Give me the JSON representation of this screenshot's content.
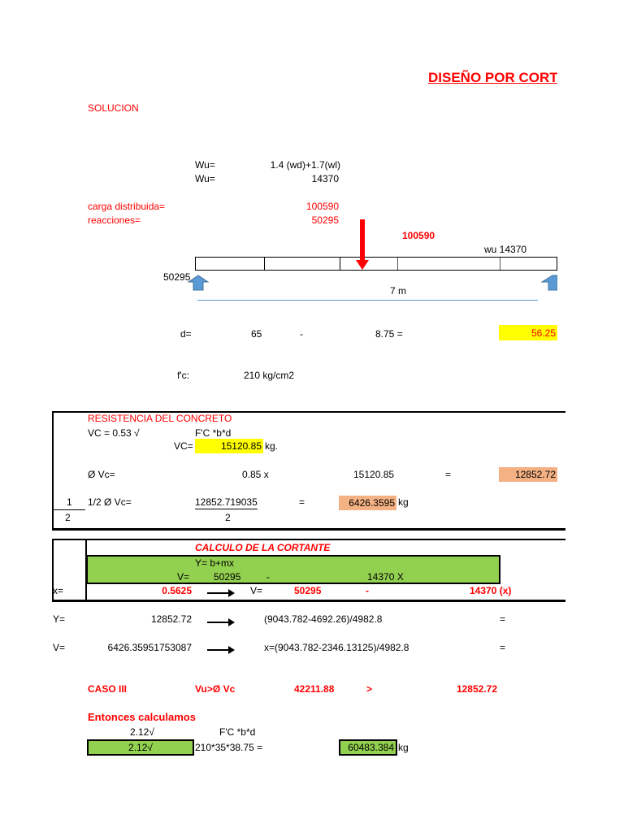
{
  "title": "DISEÑO POR CORTE",
  "solucion": "SOLUCION",
  "wu": {
    "label1": "Wu=",
    "formula": "1.4 (wd)+1.7(wl)",
    "label2": "Wu=",
    "value": "14370"
  },
  "carga": {
    "label": "carga distribuida=",
    "value": "100590"
  },
  "reacciones": {
    "label": "reacciones=",
    "value": "50295"
  },
  "diagram": {
    "load_label": "100590",
    "wu_label": "wu 14370",
    "reaction_left": "50295",
    "span": "7 m",
    "arrow_color": "#ff0000",
    "support_color": "#5b9bd5"
  },
  "d": {
    "label": "d=",
    "a": "65",
    "op": "-",
    "b": "8.75 =",
    "result": "56.25"
  },
  "fc": {
    "label": "f'c:",
    "value": "210 kg/cm2"
  },
  "resistencia": {
    "heading": "RESISTENCIA DEL CONCRETO",
    "vc_formula": "VC = 0.53   √",
    "vc_terms": "F'C *b*d",
    "vc_label": "VC=",
    "vc_value": "15120.85",
    "vc_unit": "kg.",
    "phi_label": "Ø Vc=",
    "phi_factor": "0.85 x",
    "phi_vc": "15120.85",
    "phi_eq": "=",
    "phi_result": "12852.72",
    "half_num": "1",
    "half_den": "2",
    "half_label": "1/2 Ø Vc=",
    "half_numerator": "12852.719035",
    "half_denominator": "2",
    "half_eq": "=",
    "half_result": "6426.3595",
    "half_unit": "kg"
  },
  "cortante": {
    "heading": "CALCULO DE LA CORTANTE",
    "eq": "Y= b+mx",
    "v_label": "V=",
    "v_b": "50295",
    "v_op": "-",
    "v_m": "14370 X",
    "x_label": "x=",
    "x_value": "0.5625",
    "x_v_label": "V=",
    "x_b": "50295",
    "x_op": "-",
    "x_m": "14370 (x)"
  },
  "y_row": {
    "label": "Y=",
    "value": "12852.72",
    "expr": "(9043.782-4692.26)/4982.8",
    "eq": "="
  },
  "v_row": {
    "label": "V=",
    "value": "6426.35951753087",
    "expr": "x=(9043.782-2346.13125)/4982.8",
    "eq": "="
  },
  "caso": {
    "label": "CASO III",
    "cond": "Vu>Ø Vc",
    "vu": "42211.88",
    "op": ">",
    "phivc": "12852.72"
  },
  "entonces": {
    "heading": "Entonces calculamos",
    "coef_top": "2.12√",
    "terms": "F'C *b*d",
    "coef_box": "2.12√",
    "expr": "210*35*38.75 =",
    "result": "60483.384",
    "unit": "kg"
  }
}
